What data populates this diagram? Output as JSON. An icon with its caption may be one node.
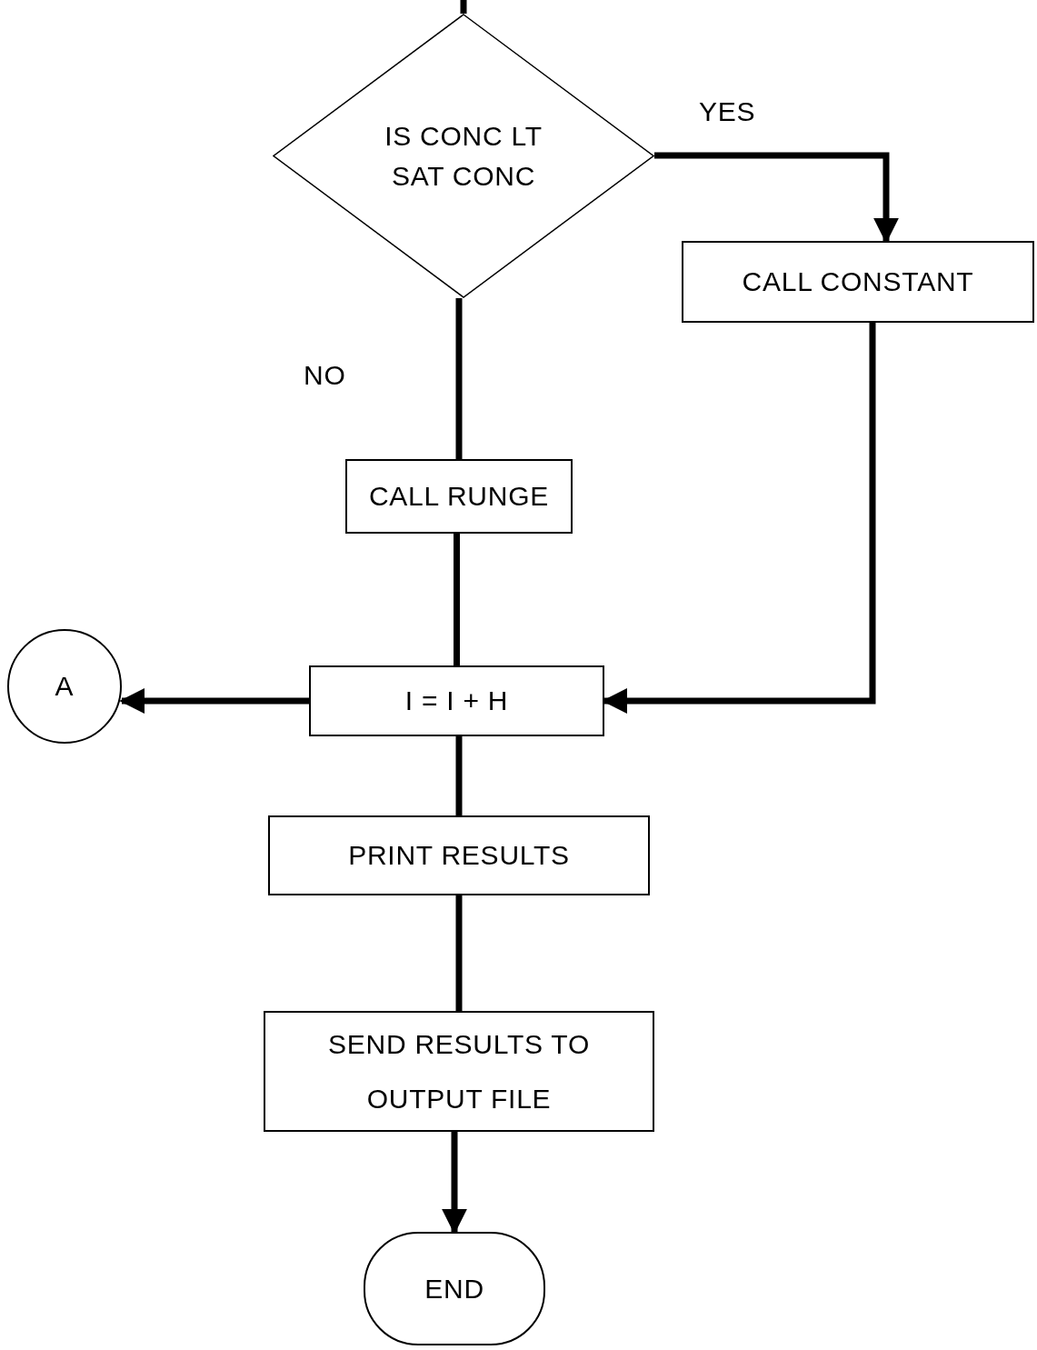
{
  "diagram": {
    "nodes": [
      {
        "text": [
          "IS CONC LT SAT CONC"
        ]
      },
      {
        "text": [
          "CALL CONSTANT"
        ]
      },
      {
        "text": [
          "CALL RUNGE"
        ]
      },
      {
        "text": [
          "I = I + H"
        ]
      },
      {
        "text": [
          "A"
        ]
      },
      {
        "text": [
          "PRINT RESULTS"
        ]
      },
      {
        "text": [
          "SEND RESULTS TO OUTPUT FILE"
        ]
      },
      {
        "text": [
          "END"
        ]
      }
    ],
    "edges": [
      {
        "from": null,
        "to": 0,
        "arrow": "none"
      },
      {
        "from": 0,
        "to": 1,
        "label": "YES",
        "arrow": "to"
      },
      {
        "from": 0,
        "to": 2,
        "label": "NO",
        "arrow": "none"
      },
      {
        "from": 2,
        "to": 3,
        "arrow": "none"
      },
      {
        "from": 1,
        "to": 3,
        "arrow": "to"
      },
      {
        "from": 3,
        "to": 4,
        "arrow": "to"
      },
      {
        "from": 3,
        "to": 5,
        "arrow": "none"
      },
      {
        "from": 5,
        "to": 6,
        "arrow": "none"
      },
      {
        "from": 6,
        "to": 7,
        "arrow": "to"
      }
    ]
  }
}
